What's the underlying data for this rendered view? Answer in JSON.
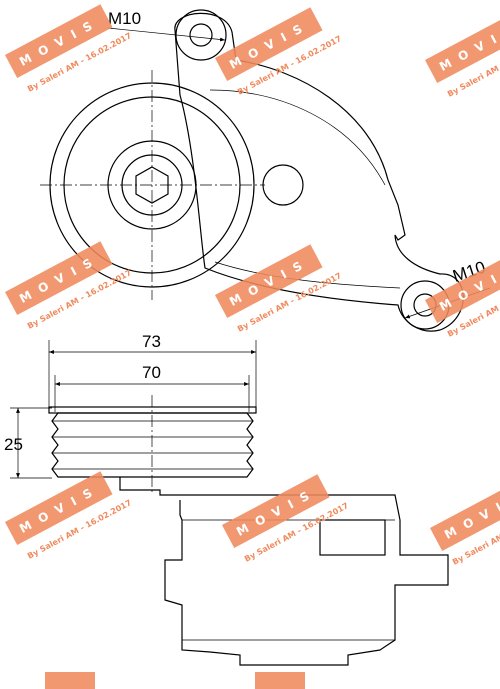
{
  "dimensions": {
    "thread_top": "M10",
    "thread_bottom": "M10",
    "outer_width": "73",
    "inner_width": "70",
    "height": "25"
  },
  "watermark": {
    "brand": "MOVIS",
    "credit": "By Saleri AM - 16.02.2017",
    "color": "#f08a5d"
  }
}
